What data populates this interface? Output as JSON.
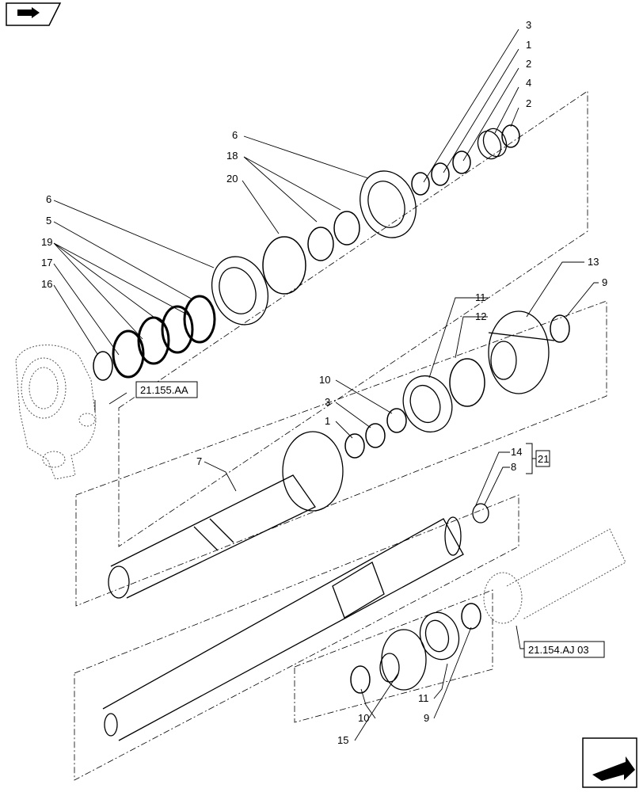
{
  "diagram": {
    "callouts": [
      "3",
      "1",
      "2",
      "4",
      "2",
      "6",
      "18",
      "20",
      "6",
      "5",
      "19",
      "17",
      "16",
      "13",
      "9",
      "11",
      "12",
      "10",
      "3",
      "1",
      "7",
      "14",
      "8",
      "10",
      "15",
      "11",
      "9"
    ],
    "refs": {
      "ref1": "21.155.AA",
      "ref2": "21",
      "ref3": "21.154.AJ 03"
    },
    "icons": {
      "top_left": "book-arrow-icon",
      "bottom_right": "next-page-arrow-icon"
    }
  }
}
